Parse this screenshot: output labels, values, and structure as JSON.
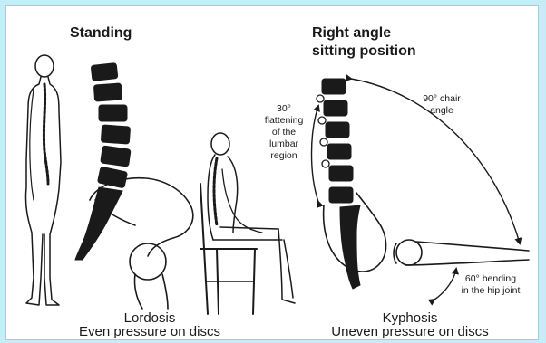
{
  "headings": {
    "standing": "Standing",
    "sitting_line1": "Right angle",
    "sitting_line2": "sitting position"
  },
  "annotations": {
    "flattening": [
      "30°",
      "flattening",
      "of the",
      "lumbar",
      "region"
    ],
    "chair_angle": [
      "90° chair",
      "angle"
    ],
    "hip_bending": [
      "60° bending",
      "in the hip joint"
    ]
  },
  "captions": {
    "left_term": "Lordosis",
    "left_desc": "Even pressure on discs",
    "right_term": "Kyphosis",
    "right_desc": "Uneven pressure on discs"
  },
  "colors": {
    "page_background": "#c6ecf7",
    "panel_background": "#ffffff",
    "ink": "#1a1a1a"
  }
}
